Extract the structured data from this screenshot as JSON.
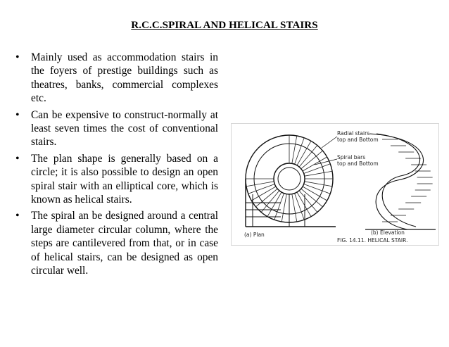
{
  "slide": {
    "title": "R.C.C.SPIRAL AND HELICAL STAIRS",
    "bullets": [
      "Mainly used as accommodation stairs in the foyers of prestige buildings such as theatres, banks, commercial complexes etc.",
      "Can be expensive to construct-normally at least seven times the cost of conventional stairs.",
      "The plan shape is generally based on a circle; it is also possible to design an open spiral stair with an elliptical core, which is known as helical stairs.",
      "The spiral an be designed around a central large diameter circular column, where the steps are cantilevered from that, or in case of helical stairs, can be designed as open circular well."
    ],
    "bullet_symbol": "•"
  },
  "figure": {
    "label_radial_1": "Radial stairs",
    "label_radial_2": "top and Bottom",
    "label_spiral_1": "Spiral bars",
    "label_spiral_2": "top and Bottom",
    "caption_plan": "(a) Plan",
    "caption_elev": "(b) Elevation",
    "caption_fig": "FIG. 14.11. HELICAL STAIR."
  }
}
